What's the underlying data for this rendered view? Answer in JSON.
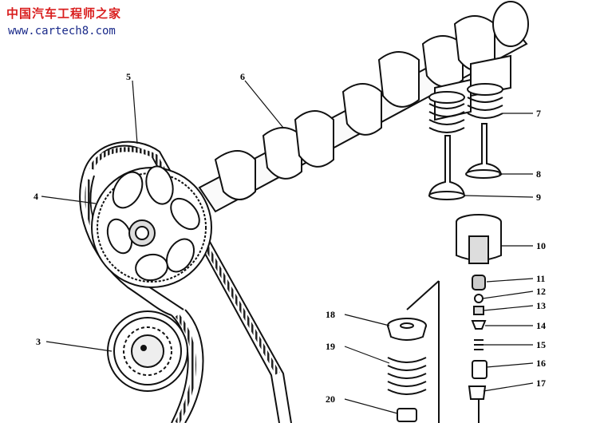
{
  "watermark": {
    "line1": "中国汽车工程师之家",
    "line2": "www.cartech8.com",
    "line1_color": "#d91e1e",
    "line2_color": "#1a2a8a"
  },
  "callouts": [
    {
      "id": "1",
      "text": "3"
    },
    {
      "id": "2",
      "text": "4"
    },
    {
      "id": "3",
      "text": "5"
    },
    {
      "id": "4",
      "text": "6"
    },
    {
      "id": "5",
      "text": "7"
    },
    {
      "id": "6",
      "text": "8"
    },
    {
      "id": "7",
      "text": "9"
    },
    {
      "id": "8",
      "text": "10"
    },
    {
      "id": "9",
      "text": "11"
    },
    {
      "id": "10",
      "text": "12"
    },
    {
      "id": "11",
      "text": "13"
    },
    {
      "id": "12",
      "text": "14"
    },
    {
      "id": "13",
      "text": "15"
    },
    {
      "id": "14",
      "text": "16"
    },
    {
      "id": "15",
      "text": "17"
    },
    {
      "id": "16",
      "text": "18"
    },
    {
      "id": "17",
      "text": "19"
    },
    {
      "id": "18",
      "text": "20"
    }
  ]
}
